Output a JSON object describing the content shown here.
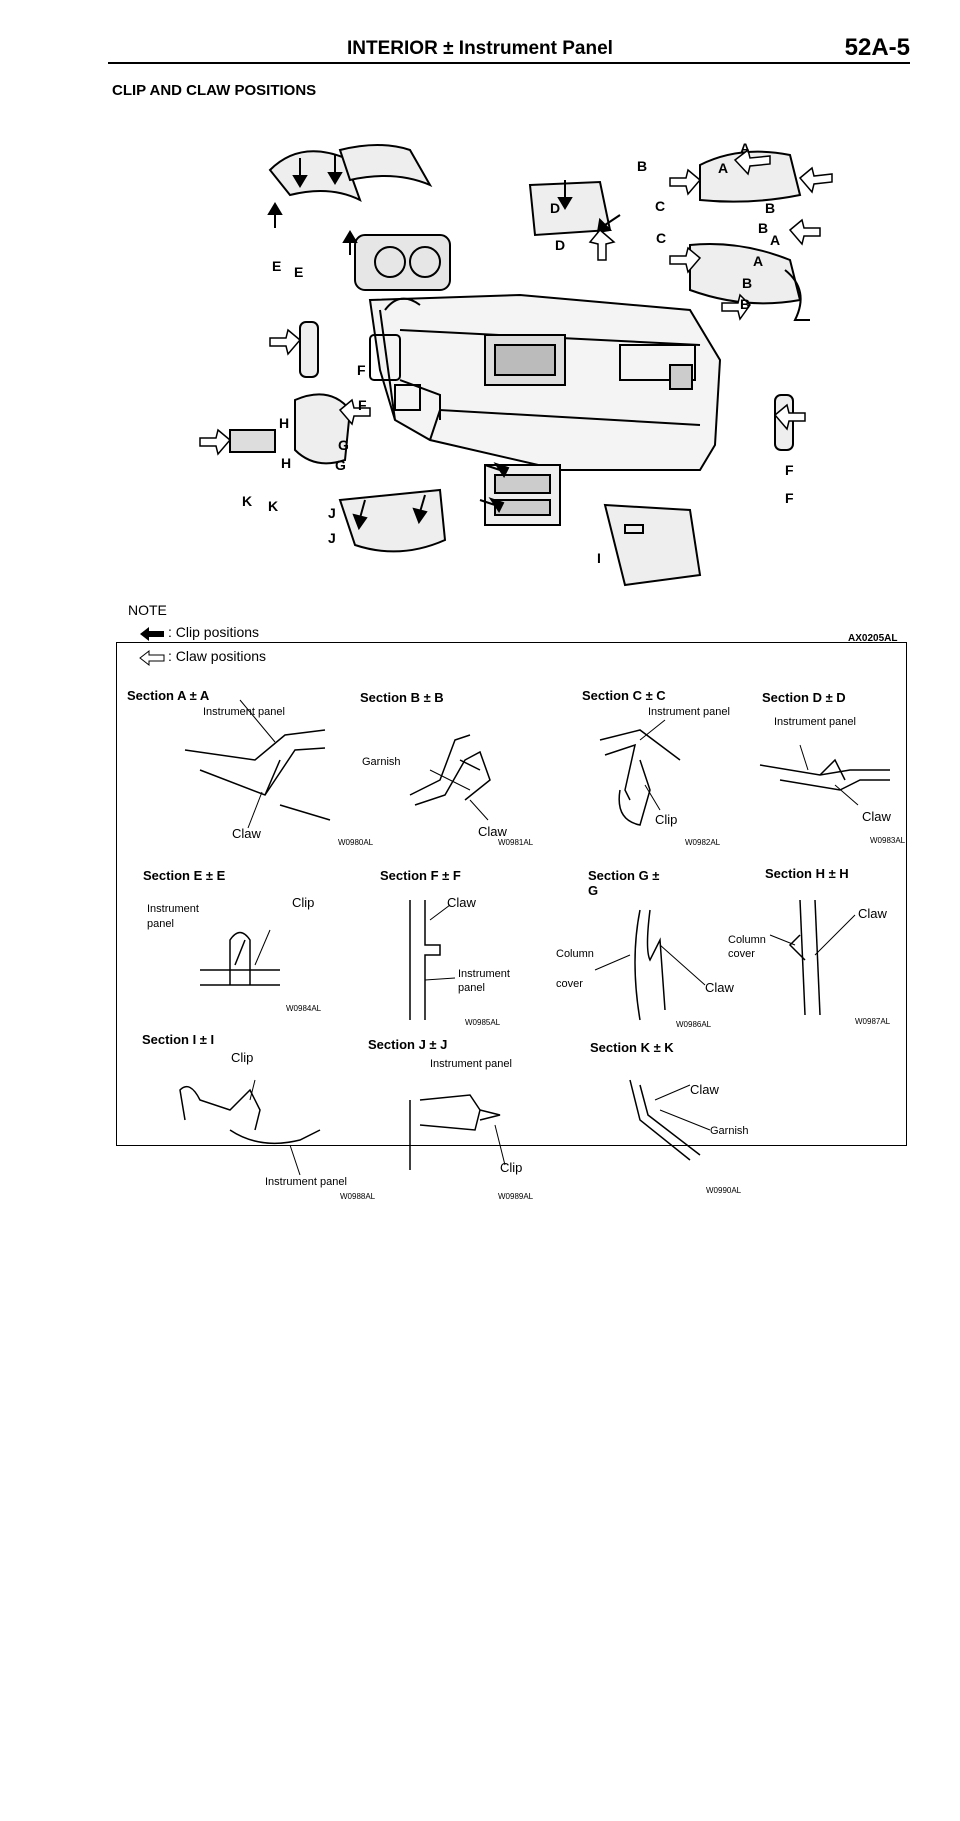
{
  "header": {
    "title": "INTERIOR ± Instrument Panel",
    "code": "52A-5"
  },
  "heading": "CLIP AND CLAW POSITIONS",
  "overview": {
    "labels": {
      "A1": "A",
      "A2": "A",
      "A3": "A",
      "A4": "A",
      "B1": "B",
      "B2": "B",
      "B3": "B",
      "B4": "B",
      "B5": "B",
      "C1": "C",
      "C2": "C",
      "D1": "D",
      "D2": "D",
      "E1": "E",
      "E2": "E",
      "F1": "F",
      "F2": "F",
      "F3": "F",
      "F4": "F",
      "G1": "G",
      "G2": "G",
      "H1": "H",
      "H2": "H",
      "I1": "I",
      "J1": "J",
      "J2": "J",
      "K1": "K",
      "K2": "K"
    },
    "code": "AX0205AL"
  },
  "note": {
    "title": "NOTE",
    "clip": ": Clip positions",
    "claw": ": Claw positions"
  },
  "sections": {
    "a": {
      "title": "Section A ± A",
      "l1": "Instrument panel",
      "l2": "Claw",
      "code": "W0980AL"
    },
    "b": {
      "title": "Section B ± B",
      "l1": "Garnish",
      "l2": "Claw",
      "code": "W0981AL"
    },
    "c": {
      "title": "Section C ± C",
      "l1": "Instrument panel",
      "l2": "Clip",
      "code": "W0982AL"
    },
    "d": {
      "title": "Section D ± D",
      "l1": "Instrument panel",
      "l2": "Claw",
      "code": "W0983AL"
    },
    "e": {
      "title": "Section E ± E",
      "l1a": "Instrument",
      "l1b": "panel",
      "l2": "Clip",
      "code": "W0984AL"
    },
    "f": {
      "title": "Section F ± F",
      "l1": "Claw",
      "l2a": "Instrument",
      "l2b": "panel",
      "code": "W0985AL"
    },
    "g": {
      "title_a": "Section G ±",
      "title_b": "G",
      "l1a": "Column",
      "l1b": "cover",
      "l2": "Claw",
      "code": "W0986AL"
    },
    "h": {
      "title": "Section H ± H",
      "l1": "Claw",
      "l2a": "Column",
      "l2b": "cover",
      "code": "W0987AL"
    },
    "i": {
      "title": "Section I ± I",
      "l1": "Clip",
      "l2": "Instrument panel",
      "code": "W0988AL"
    },
    "j": {
      "title": "Section J ± J",
      "l1": "Instrument panel",
      "l2": "Clip",
      "code": "W0989AL"
    },
    "k": {
      "title": "Section K ± K",
      "l1": "Claw",
      "l2": "Garnish",
      "code": "W0990AL"
    }
  }
}
